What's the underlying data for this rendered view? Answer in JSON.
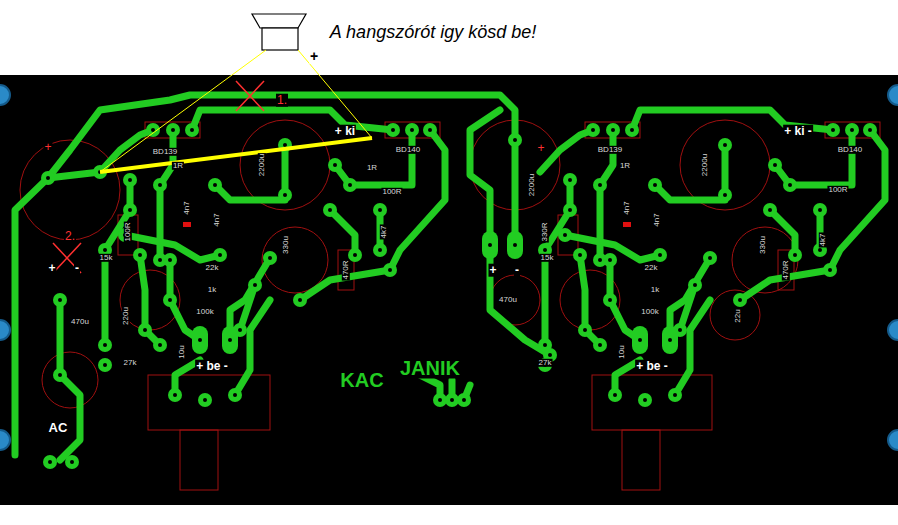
{
  "diagram": {
    "labels": [
      "A hangszórót igy kösd be!",
      "+",
      "1.",
      "+ ki",
      "BD139",
      "1R",
      "2200u",
      "BD140",
      "1R",
      "100R",
      "+",
      "2.",
      "+",
      "-",
      "100R",
      "15k",
      "4n7",
      "4n7",
      "22k",
      "1k",
      "100k",
      "330u",
      "4k7",
      "470R",
      "470u",
      "220u",
      "27k",
      "10u",
      "+ be -",
      "AC",
      "BD139",
      "1R",
      "2200u",
      "+ ki -",
      "BD140",
      "100R",
      "+",
      "2200u",
      "+",
      "-",
      "330R",
      "15k",
      "4n7",
      "4n7",
      "22k",
      "1k",
      "100k",
      "330u",
      "4k7",
      "470R",
      "470u",
      "22u",
      "27k",
      "10u",
      "+ be -",
      "JANIK",
      "KAC"
    ]
  }
}
